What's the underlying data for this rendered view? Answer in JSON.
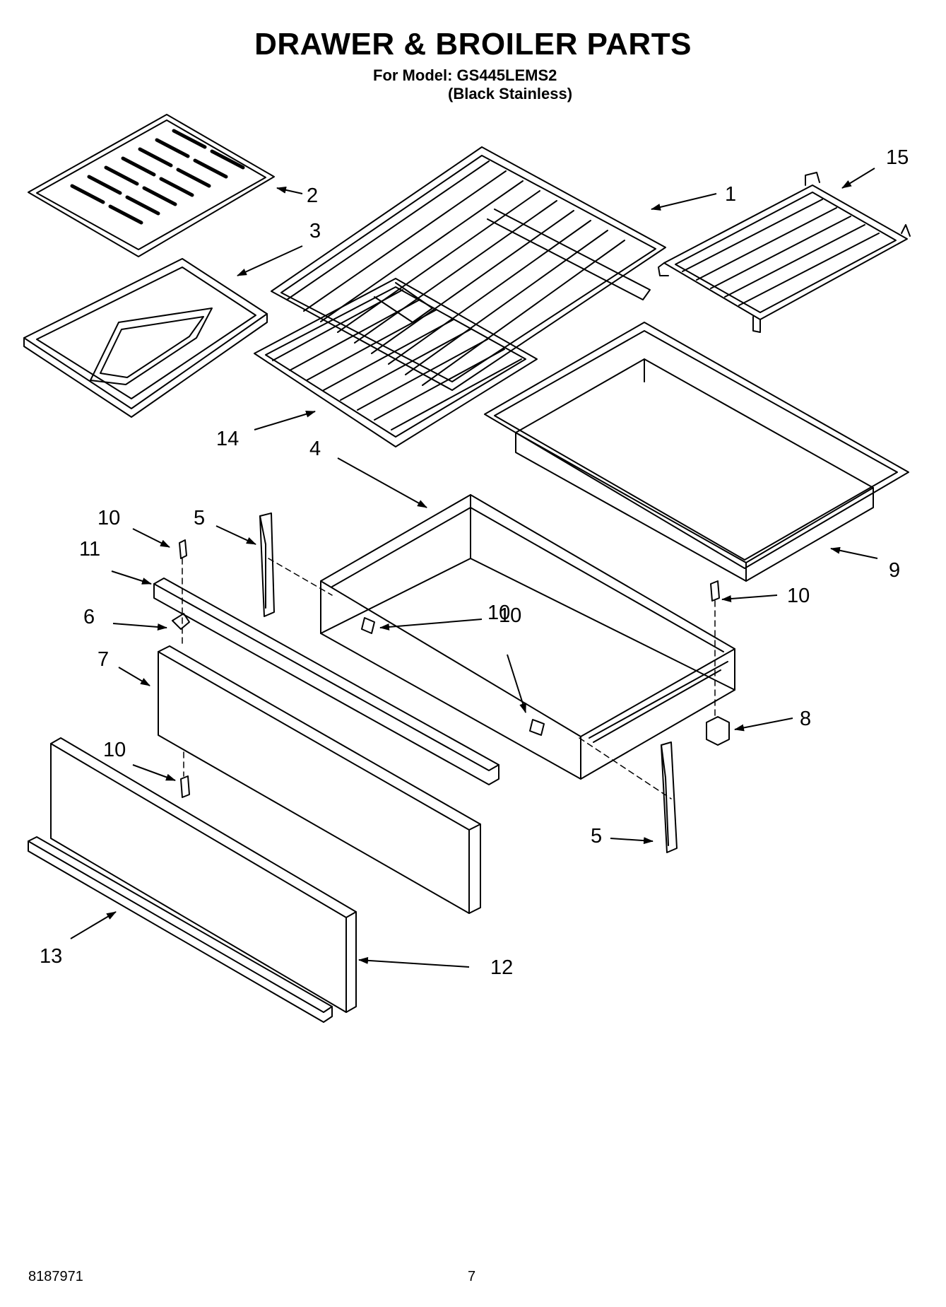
{
  "header": {
    "title": "DRAWER & BROILER PARTS",
    "model_line": "For Model: GS445LEMS2",
    "variant_line": "(Black Stainless)"
  },
  "footer": {
    "doc_number": "8187971",
    "page_number": "7"
  },
  "callouts": [
    {
      "id": "c2",
      "label": "2"
    },
    {
      "id": "c3",
      "label": "3"
    },
    {
      "id": "c1",
      "label": "1"
    },
    {
      "id": "c15",
      "label": "15"
    },
    {
      "id": "c14",
      "label": "14"
    },
    {
      "id": "c4",
      "label": "4"
    },
    {
      "id": "c10a",
      "label": "10"
    },
    {
      "id": "c5a",
      "label": "5"
    },
    {
      "id": "c11",
      "label": "11"
    },
    {
      "id": "c6",
      "label": "6"
    },
    {
      "id": "c7",
      "label": "7"
    },
    {
      "id": "c10b",
      "label": "10"
    },
    {
      "id": "c10c",
      "label": "10"
    },
    {
      "id": "c9",
      "label": "9"
    },
    {
      "id": "c10d",
      "label": "10"
    },
    {
      "id": "c8",
      "label": "8"
    },
    {
      "id": "c10e",
      "label": "10"
    },
    {
      "id": "c5b",
      "label": "5"
    },
    {
      "id": "c13",
      "label": "13"
    },
    {
      "id": "c12",
      "label": "12"
    }
  ]
}
